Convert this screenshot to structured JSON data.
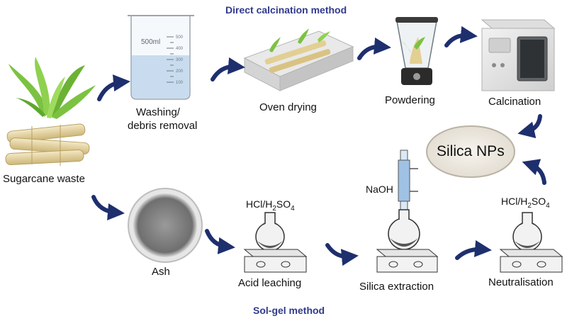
{
  "title_top": "Direct calcination method",
  "title_bottom": "Sol-gel method",
  "beaker_volume": "500ml",
  "beaker_ticks": [
    "500",
    "400",
    "300",
    "200",
    "100"
  ],
  "steps": {
    "source": "Sugarcane waste",
    "washing_line1": "Washing/",
    "washing_line2": "debris removal",
    "oven": "Oven drying",
    "powder": "Powdering",
    "calcination": "Calcination",
    "product": "Silica NPs",
    "ash": "Ash",
    "leaching": "Acid leaching",
    "extraction": "Silica extraction",
    "neutral": "Neutralisation"
  },
  "reagents": {
    "acid_a": "HCl/H",
    "acid_sub_a": "2",
    "acid_b": "SO",
    "acid_sub_b": "4",
    "base": "NaOH"
  },
  "colors": {
    "method_title": "#2f3a8c",
    "arrow": "#1e2f6e",
    "leaf": "#7cc242",
    "cane": "#e8d9a8",
    "ash": "#7d7d7d",
    "flask_liquid": "#555555",
    "water": "#c9dcef"
  }
}
